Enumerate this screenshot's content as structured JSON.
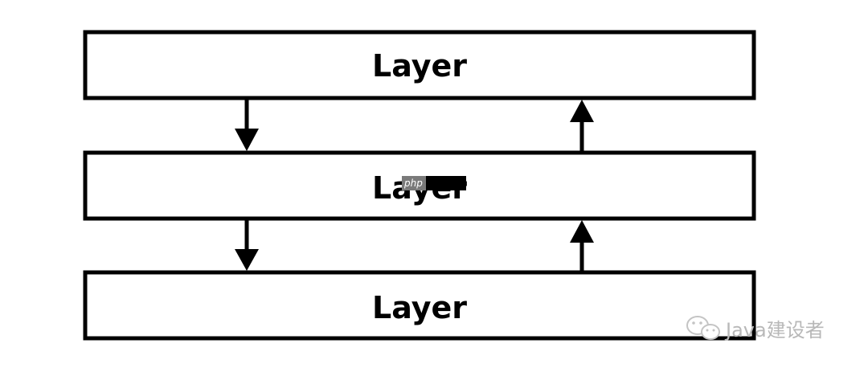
{
  "diagram": {
    "layers": [
      {
        "label": "Layer"
      },
      {
        "label": "Layer"
      },
      {
        "label": "Layer"
      }
    ],
    "arrows": [
      {
        "direction": "down"
      },
      {
        "direction": "up"
      },
      {
        "direction": "down"
      },
      {
        "direction": "up"
      }
    ]
  },
  "overlay": {
    "badge_text": "php"
  },
  "watermark": {
    "text": "Java建设者",
    "icon": "wechat-icon"
  }
}
